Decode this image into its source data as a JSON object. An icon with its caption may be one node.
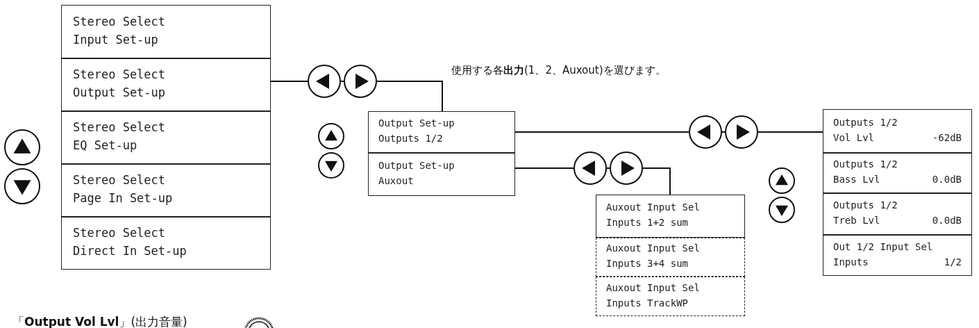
{
  "diagram": {
    "nodes": [
      {
        "text": [
          "Stereo Select",
          "Input Set-up"
        ]
      },
      {
        "text": [
          "Stereo Select",
          "Output Set-up"
        ]
      },
      {
        "text": [
          "Stereo Select",
          "EQ Set-up"
        ]
      },
      {
        "text": [
          "Stereo Select",
          "Page In Set-up"
        ]
      },
      {
        "text": [
          "Stereo Select",
          "Direct In Set-up"
        ]
      },
      {
        "text": [
          "Output Set-up",
          "Outputs 1/2"
        ]
      },
      {
        "text": [
          "Output Set-up",
          "Auxout"
        ]
      },
      {
        "text": [
          "Auxout Input Sel",
          "Inputs 1+2 sum"
        ]
      },
      {
        "text": [
          "Auxout Input Sel",
          "Inputs 3+4 sum"
        ]
      },
      {
        "text": [
          "Auxout Input Sel",
          "Inputs TrackWP"
        ]
      },
      {
        "text": [
          "Outputs 1/2",
          "Vol Lvl",
          "-62dB"
        ]
      },
      {
        "text": [
          "Outputs 1/2",
          "Bass Lvl",
          "0.0dB"
        ]
      },
      {
        "text": [
          "Outputs 1/2",
          "Treb Lvl",
          "0.0dB"
        ]
      },
      {
        "text": [
          "Out 1/2 Input Sel",
          "Inputs",
          "1/2"
        ]
      },
      {
        "text": [],
        "shape": "circle"
      },
      {
        "text": [],
        "shape": "circle"
      },
      {
        "text": [],
        "shape": "circle"
      },
      {
        "text": [],
        "shape": "circle"
      },
      {
        "text": [],
        "shape": "circle"
      },
      {
        "text": [],
        "shape": "circle"
      }
    ],
    "edges": [
      {
        "from": 1,
        "to": 14,
        "arrow": "none"
      },
      {
        "from": 14,
        "to": 15,
        "arrow": "none"
      },
      {
        "from": 15,
        "to": 5,
        "arrow": "none"
      },
      {
        "from": 5,
        "to": 16,
        "arrow": "none"
      },
      {
        "from": 16,
        "to": 17,
        "arrow": "none"
      },
      {
        "from": 17,
        "to": 10,
        "arrow": "none"
      },
      {
        "from": 6,
        "to": 18,
        "arrow": "none"
      },
      {
        "from": 18,
        "to": 19,
        "arrow": "none"
      },
      {
        "from": 19,
        "to": 7,
        "arrow": "none"
      }
    ],
    "labels": [
      "使用する各**出力**(1、2、Auxout)を選びます。",
      "「**Output Vol Lvl**」(出力音量)"
    ]
  }
}
